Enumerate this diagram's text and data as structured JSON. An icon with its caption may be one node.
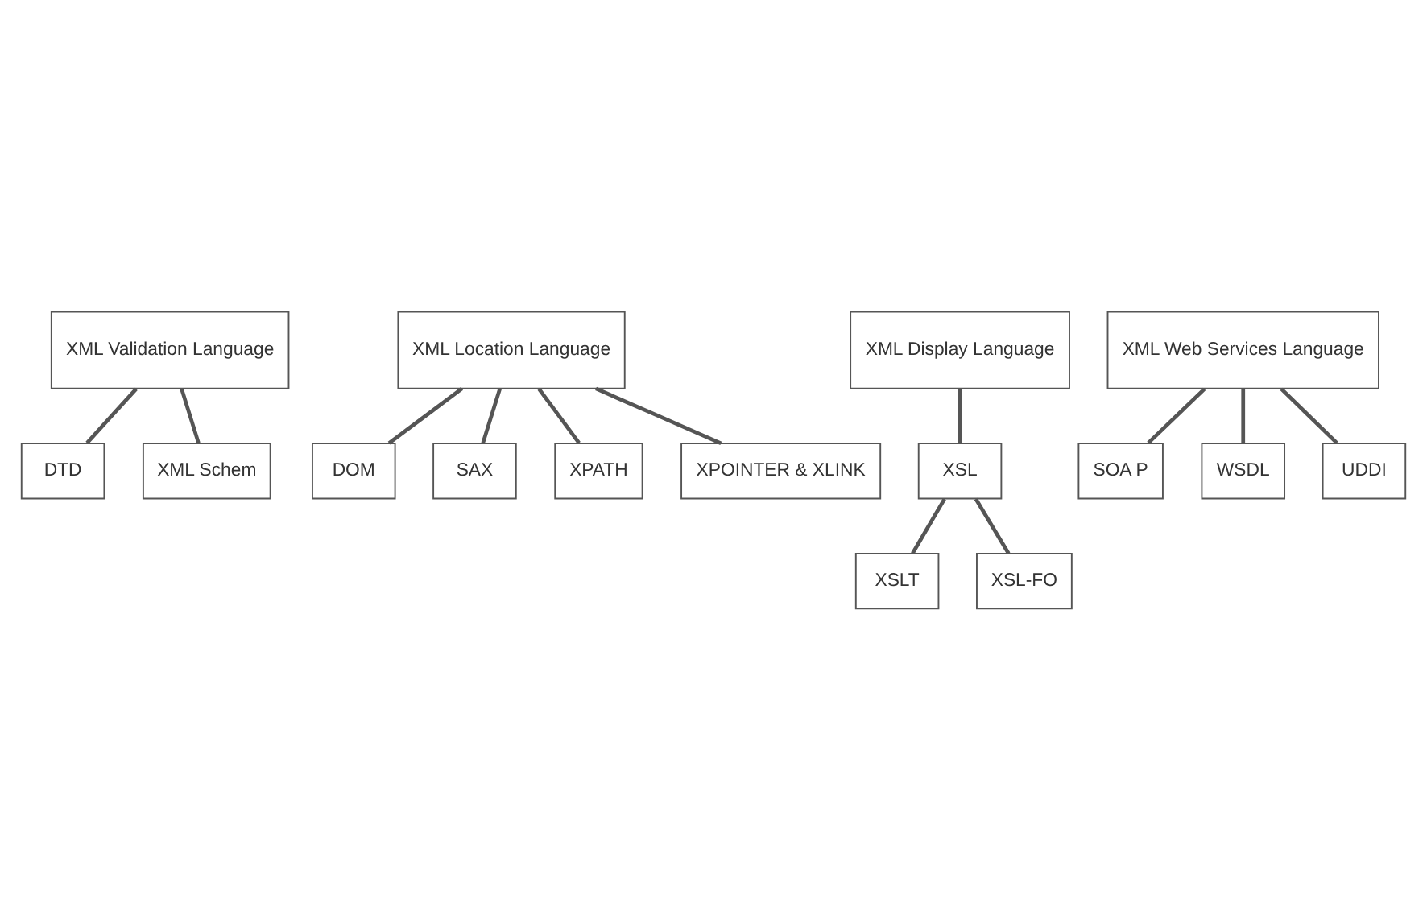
{
  "diagram": {
    "nodes": [
      {
        "text": [
          "XML Validation Language"
        ]
      },
      {
        "text": [
          "DTD"
        ]
      },
      {
        "text": [
          "XML Schem"
        ]
      },
      {
        "text": [
          "XML Location Language"
        ]
      },
      {
        "text": [
          "DOM"
        ]
      },
      {
        "text": [
          "SAX"
        ]
      },
      {
        "text": [
          "XPATH"
        ]
      },
      {
        "text": [
          "XPOINTER & XLINK"
        ]
      },
      {
        "text": [
          "XML Display Language"
        ]
      },
      {
        "text": [
          "XSL"
        ]
      },
      {
        "text": [
          "XSLT"
        ]
      },
      {
        "text": [
          "XSL-FO"
        ]
      },
      {
        "text": [
          "XML Web Services Language"
        ]
      },
      {
        "text": [
          "SOA P"
        ]
      },
      {
        "text": [
          "WSDL"
        ]
      },
      {
        "text": [
          "UDDI"
        ]
      }
    ],
    "edges": [
      {
        "from": 0,
        "to": 1,
        "arrow": "none"
      },
      {
        "from": 0,
        "to": 2,
        "arrow": "none"
      },
      {
        "from": 3,
        "to": 4,
        "arrow": "none"
      },
      {
        "from": 3,
        "to": 5,
        "arrow": "none"
      },
      {
        "from": 3,
        "to": 6,
        "arrow": "none"
      },
      {
        "from": 3,
        "to": 7,
        "arrow": "none"
      },
      {
        "from": 8,
        "to": 9,
        "arrow": "none"
      },
      {
        "from": 9,
        "to": 10,
        "arrow": "none"
      },
      {
        "from": 9,
        "to": 11,
        "arrow": "none"
      },
      {
        "from": 12,
        "to": 13,
        "arrow": "none"
      },
      {
        "from": 12,
        "to": 14,
        "arrow": "none"
      },
      {
        "from": 12,
        "to": 15,
        "arrow": "none"
      }
    ]
  }
}
